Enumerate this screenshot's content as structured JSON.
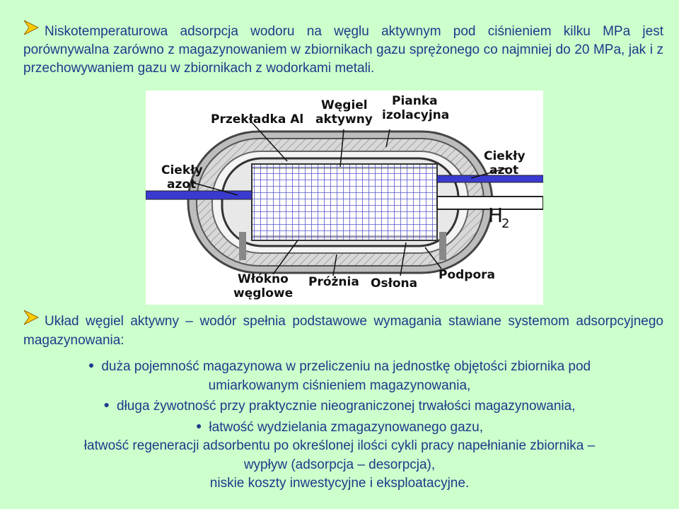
{
  "intro": {
    "text": "Niskotemperaturowa adsorpcja wodoru na węglu aktywnym pod ciśnieniem kilku MPa jest porównywalna zarówno z magazynowaniem w zbiornikach gazu sprężonego co najmniej do 20 MPa, jak i z przechowywaniem gazu w zbiornikach z wodorkami metali."
  },
  "diagram": {
    "labels": {
      "przekladka": "Przekładka Al",
      "wegiel_1": "Węgiel",
      "wegiel_2": "aktywny",
      "pianka_1": "Pianka",
      "pianka_2": "izolacyjna",
      "azot_left_1": "Ciekły",
      "azot_left_2": "azot",
      "azot_right_1": "Ciekły",
      "azot_right_2": "azot",
      "h2": "H",
      "h2_sub": "2",
      "wlokno_1": "Włókno",
      "wlokno_2": "węglowe",
      "proznia": "Próżnia",
      "oslona": "Osłona",
      "podpora": "Podpora"
    },
    "colors": {
      "pipe": "#3a3ad0",
      "core_lines": "#4a4ac8",
      "insulation": "#cfcfcf",
      "hatch": "#7a7a7a"
    }
  },
  "requirements": {
    "intro": "Układ węgiel aktywny – wodór spełnia podstawowe wymagania stawiane systemom adsorpcyjnego magazynowania:",
    "items": [
      "duża pojemność magazynowa w przeliczeniu na jednostkę objętości zbiornika pod",
      "umiarkowanym ciśnieniem magazynowania,",
      "długa żywotność przy praktycznie nieograniczonej trwałości magazynowania,",
      "łatwość wydzielania zmagazynowanego gazu,",
      "łatwość regeneracji adsorbentu po określonej ilości cykli pracy napełnianie zbiornika –",
      "wypływ (adsorpcja – desorpcja),",
      "niskie koszty inwestycyjne i eksploatacyjne."
    ]
  }
}
